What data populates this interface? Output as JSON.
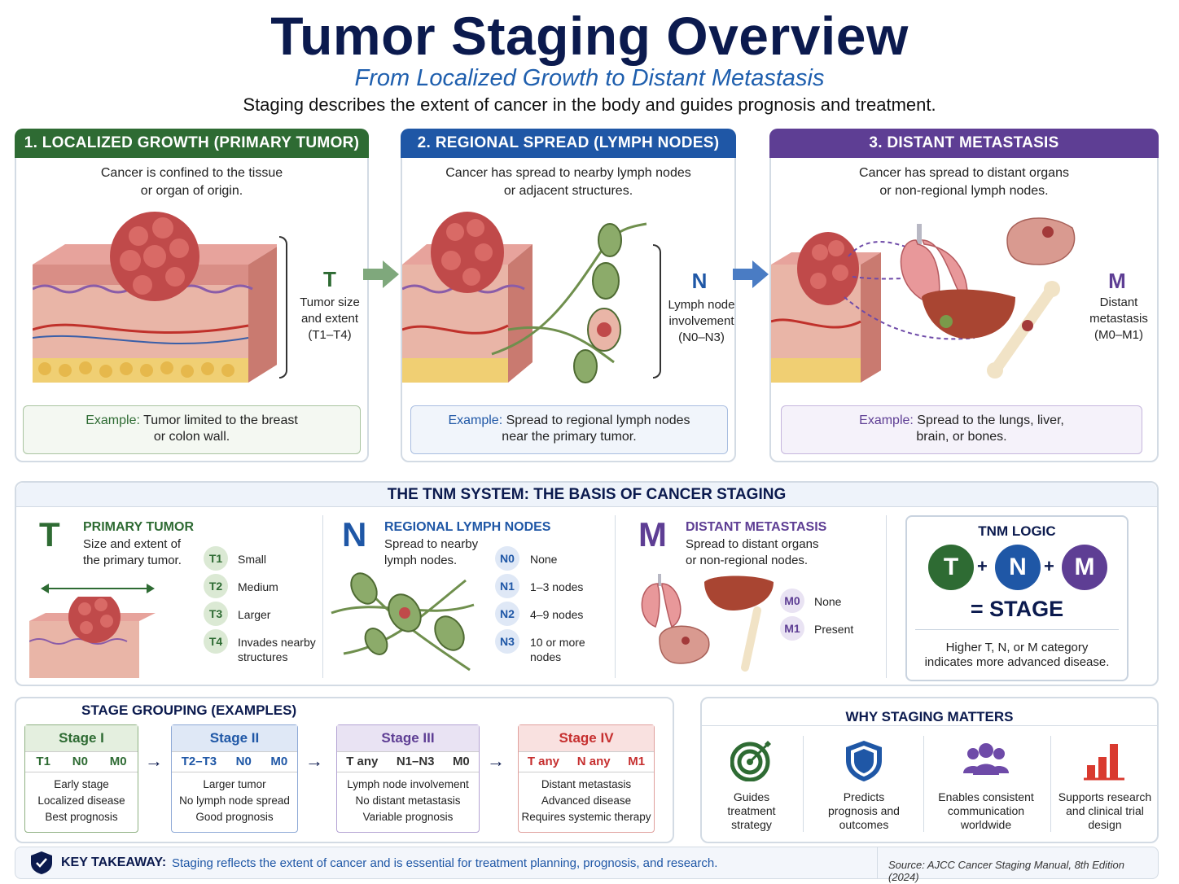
{
  "title": "Tumor Staging Overview",
  "subtitle": "From Localized Growth to Distant Metastasis",
  "intro": "Staging describes the extent of cancer in the body and guides prognosis and treatment.",
  "panels": [
    {
      "heading": "1. LOCALIZED GROWTH (PRIMARY TUMOR)",
      "desc_line1": "Cancer is confined to the tissue",
      "desc_line2": "or organ of origin.",
      "letter": "T",
      "side_line1": "Tumor size",
      "side_line2": "and extent",
      "side_line3": "(T1–T4)",
      "example_label": "Example:",
      "example_line1": "Tumor limited to the breast",
      "example_line2": "or colon wall.",
      "color": "#2e6b33"
    },
    {
      "heading": "2. REGIONAL SPREAD (LYMPH NODES)",
      "desc_line1": "Cancer has spread to nearby lymph nodes",
      "desc_line2": "or adjacent structures.",
      "letter": "N",
      "side_line1": "Lymph node",
      "side_line2": "involvement",
      "side_line3": "(N0–N3)",
      "example_label": "Example:",
      "example_line1": "Spread to regional lymph nodes",
      "example_line2": "near the primary tumor.",
      "color": "#1f57a6"
    },
    {
      "heading": "3. DISTANT METASTASIS",
      "desc_line1": "Cancer has spread to distant organs",
      "desc_line2": "or non-regional lymph nodes.",
      "letter": "M",
      "side_line1": "Distant",
      "side_line2": "metastasis",
      "side_line3": "(M0–M1)",
      "example_label": "Example:",
      "example_line1": "Spread to the lungs, liver,",
      "example_line2": "brain, or bones.",
      "color": "#5e3e94"
    }
  ],
  "tnm": {
    "heading": "THE TNM SYSTEM: THE BASIS OF CANCER STAGING",
    "t": {
      "letter": "T",
      "title": "PRIMARY TUMOR",
      "desc1": "Size and extent of",
      "desc2": "the primary tumor.",
      "items": [
        {
          "code": "T1",
          "label": "Small"
        },
        {
          "code": "T2",
          "label": "Medium"
        },
        {
          "code": "T3",
          "label": "Larger"
        },
        {
          "code": "T4",
          "label": "Invades nearby",
          "label2": "structures"
        }
      ]
    },
    "n": {
      "letter": "N",
      "title": "REGIONAL LYMPH NODES",
      "desc1": "Spread to nearby",
      "desc2": "lymph nodes.",
      "items": [
        {
          "code": "N0",
          "label": "None"
        },
        {
          "code": "N1",
          "label": "1–3 nodes"
        },
        {
          "code": "N2",
          "label": "4–9 nodes"
        },
        {
          "code": "N3",
          "label": "10 or more",
          "label2": "nodes"
        }
      ]
    },
    "m": {
      "letter": "M",
      "title": "DISTANT METASTASIS",
      "desc1": "Spread to distant organs",
      "desc2": "or non-regional nodes.",
      "items": [
        {
          "code": "M0",
          "label": "None"
        },
        {
          "code": "M1",
          "label": "Present"
        }
      ]
    },
    "logic": {
      "title": "TNM LOGIC",
      "t": "T",
      "n": "N",
      "m": "M",
      "plus": "+",
      "result": "= STAGE",
      "note1": "Higher T, N, or M category",
      "note2": "indicates more advanced disease."
    }
  },
  "grouping": {
    "heading": "STAGE GROUPING (EXAMPLES)",
    "arrow": "→",
    "stages": [
      {
        "name": "Stage I",
        "t": "T1",
        "n": "N0",
        "m": "M0",
        "d1": "Early stage",
        "d2": "Localized disease",
        "d3": "Best prognosis",
        "color": "#2e6b33",
        "bg": "#e4efdf"
      },
      {
        "name": "Stage II",
        "t": "T2–T3",
        "n": "N0",
        "m": "M0",
        "d1": "Larger tumor",
        "d2": "No lymph node spread",
        "d3": "Good prognosis",
        "color": "#1f57a6",
        "bg": "#dfe8f6"
      },
      {
        "name": "Stage III",
        "t": "T any",
        "n": "N1–N3",
        "m": "M0",
        "d1": "Lymph node involvement",
        "d2": "No distant metastasis",
        "d3": "Variable prognosis",
        "color": "#5e3e94",
        "bg": "#e9e3f3"
      },
      {
        "name": "Stage IV",
        "t": "T any",
        "n": "N any",
        "m": "M1",
        "d1": "Distant metastasis",
        "d2": "Advanced disease",
        "d3": "Requires systemic therapy",
        "color": "#c62f2f",
        "bg": "#f9e1e0"
      }
    ]
  },
  "why": {
    "heading": "WHY STAGING MATTERS",
    "items": [
      {
        "icon": "target-icon",
        "l1": "Guides",
        "l2": "treatment",
        "l3": "strategy"
      },
      {
        "icon": "shield-check-icon",
        "l1": "Predicts",
        "l2": "prognosis and",
        "l3": "outcomes"
      },
      {
        "icon": "people-icon",
        "l1": "Enables consistent",
        "l2": "communication",
        "l3": "worldwide"
      },
      {
        "icon": "bar-chart-icon",
        "l1": "Supports research",
        "l2": "and clinical trial",
        "l3": "design"
      }
    ]
  },
  "takeaway": {
    "label": "KEY TAKEAWAY:",
    "text": "Staging reflects the extent of cancer and is essential for treatment planning, prognosis, and research.",
    "source": "Source: AJCC Cancer Staging Manual, 8th Edition (2024)"
  }
}
